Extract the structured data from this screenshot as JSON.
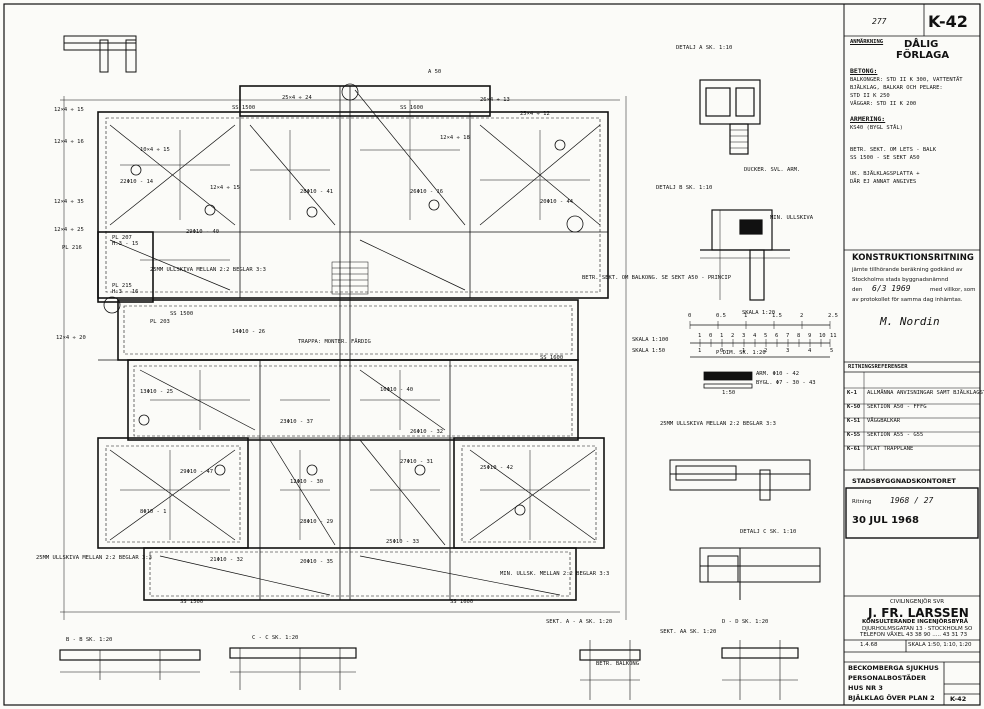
{
  "sheet": {
    "sheet_no": "K-42",
    "archive_no": "277",
    "quality_stamp": [
      "DÅLIG",
      "FÖRLAGA"
    ]
  },
  "notes": {
    "anmarkning": "ANMÄRKNING",
    "betong": "BETONG:",
    "betong_lines": [
      "BALKONGER: STD II K 300, VATTENTÄT",
      "BJÄLKLAG, BALKAR OCH PELARE:",
      "STD II K 250",
      "VÄGGAR: STD II K 200"
    ],
    "armering": "ARMERING:",
    "armering_lines": [
      "KS40 (BYGL STÅL)"
    ],
    "other_lines": [
      "BETR. SEKT. OM LETS - BALK",
      "SS 1500 - SE SEKT A50",
      "UK. BJÄLKLAGSPLATTA +",
      "DÄR EJ ANNAT ANGIVES"
    ]
  },
  "approval": {
    "title": "KONSTRUKTIONSRITNING",
    "lines": [
      "jämte tillhörande beräkning godkänd av",
      "Stockholms stads byggnadsnämnd",
      "den",
      "med villkor, som",
      "av protokollet för samma dag inhämtas."
    ],
    "date_handwritten": "6/3 1969",
    "signature": "M. Nordin"
  },
  "scales": {
    "labels": [
      "SKALA 1:20",
      "SKALA 1:100",
      "SKALA 1:50",
      "P.DIM. SK. 1:20"
    ],
    "ticks_top": [
      "0",
      "0.5",
      "1",
      "1.5",
      "2",
      "2.5"
    ],
    "ticks_mid": [
      "1",
      "0",
      "1",
      "2",
      "3",
      "4",
      "5",
      "6",
      "7",
      "8",
      "9",
      "10",
      "11"
    ],
    "ticks_bot": [
      "1",
      "0",
      "1",
      "2",
      "3",
      "4",
      "5"
    ]
  },
  "legend": {
    "items": [
      "ARM. Φ10 - 42",
      "BYGL. Φ7 - 30 - 43"
    ],
    "scale_note": "1:50"
  },
  "references": {
    "title": "RITNINGSREFERENSER",
    "rows": [
      {
        "code": "K-1",
        "text": "ALLMÄNNA ANVISNINGAR SAMT BJÄLKLAGSTYPER"
      },
      {
        "code": "K-50",
        "text": "SEKTION A50 - FFFG"
      },
      {
        "code": "K-51",
        "text": "VÄGGBALKAR"
      },
      {
        "code": "K-55",
        "text": "SEKTION A55 - G55"
      },
      {
        "code": "K-61",
        "text": "PLAT TRAPPLANE"
      }
    ]
  },
  "stamp": {
    "office": "STADSBYGGNADSKONTORET",
    "ritning_label": "Ritning",
    "handwritten": "1968 / 27",
    "date": "30 JUL 1968"
  },
  "titleblock": {
    "firm_type": "CIVILINGENJÖR SVR",
    "firm_name": "J. FR. LARSSEN",
    "firm_sub": "KONSULTERANDE INGENJÖRSBYRÅ",
    "firm_address": "DJURHOLMSGATAN 13 · STOCKHOLM SO",
    "firm_phone": "TELEFON VÄXEL 43 38 90 ..... 43 31 73",
    "project_lines": [
      "BECKOMBERGA SJUKHUS",
      "PERSONALBOSTÄDER",
      "HUS NR 3",
      "BJÄLKLAG ÖVER PLAN 2"
    ],
    "scale_field": "SKALA 1:50, 1:10, 1:20",
    "date_field": "1.4.68",
    "sheet_ref": "K-42"
  },
  "drawing": {
    "labels": {
      "detalj_a": "DETALJ A   SK. 1:10",
      "detalj_b": "DETALJ B   SK. 1:10",
      "detalj_c": "DETALJ C   SK. 1:10",
      "sekt_a": "SEKT. A - A   SK. 1:20",
      "sekt_b": "B - B   SK. 1:20",
      "sekt_c": "C - C   SK. 1:20",
      "sekt_d": "D - D   SK. 1:20",
      "sekt_e": "SEKT. AA  SK. 1:20",
      "trappa": "TRAPPA: MONTER. FÄRDIG",
      "plan": "BJÄLKLAG ÖVER PLAN 2",
      "a50": "A 50",
      "min_ull": "MIN. ULLSKIVA",
      "dukning": "DUCKER. SVL. ARM.",
      "balkong": "BETR. BALKONG",
      "sekt_a50_principle": "BETR. SEKT. OM BALKONG. SE SEKT A50 - PRINCIP",
      "ulls_mellan_1": "25MM ULLSKIVA MELLAN 2:2 BEGLAR 3:3",
      "ulls_mellan_2": "25MM ULLSKIVA MELLAN 2:2 BEGLAR 3:3",
      "ulls_mellan_3": "MIN. ULLSK. MELLAN 2:2 BEGLAR 3:3",
      "ulls_mellan_4": "25MM ULLSKIVA MELLAN 2:2 BEGLAR 3:3",
      "s1500": "SS 1500",
      "s1600": "SS 1600"
    },
    "rebar_marks": [
      "12×4 ÷ 15",
      "12×4 ÷ 16",
      "12×4 ÷ 35",
      "12×4 ÷ 25",
      "12×4 ÷ 20",
      "25×4 ÷ 24",
      "26×4 ÷ 13",
      "10×4 ÷ 15",
      "12×4 ÷ 15",
      "12×4 ÷ 18",
      "25×4 ÷ 12",
      "22Φ10 - 14",
      "28Φ10 - 41",
      "29Φ10 - 40",
      "26Φ10 - 16",
      "20Φ10 - 44",
      "13Φ10 - 25",
      "14Φ10 - 26",
      "16Φ10 - 40",
      "23Φ10 - 37",
      "26Φ10 - 32",
      "29Φ10 - 47",
      "12Φ10 - 30",
      "27Φ10 - 31",
      "25Φ10 - 42",
      "8Φ10 - 1",
      "28Φ10 - 29",
      "25Φ10 - 33",
      "21Φ10 - 32",
      "20Φ10 - 35",
      "PL 207",
      "PL 215",
      "PL 216",
      "PL 203",
      "H:3 - 15",
      "H:3 - 16",
      "SS 1500",
      "SS 1600",
      "SS 1500",
      "SS 1600"
    ]
  }
}
